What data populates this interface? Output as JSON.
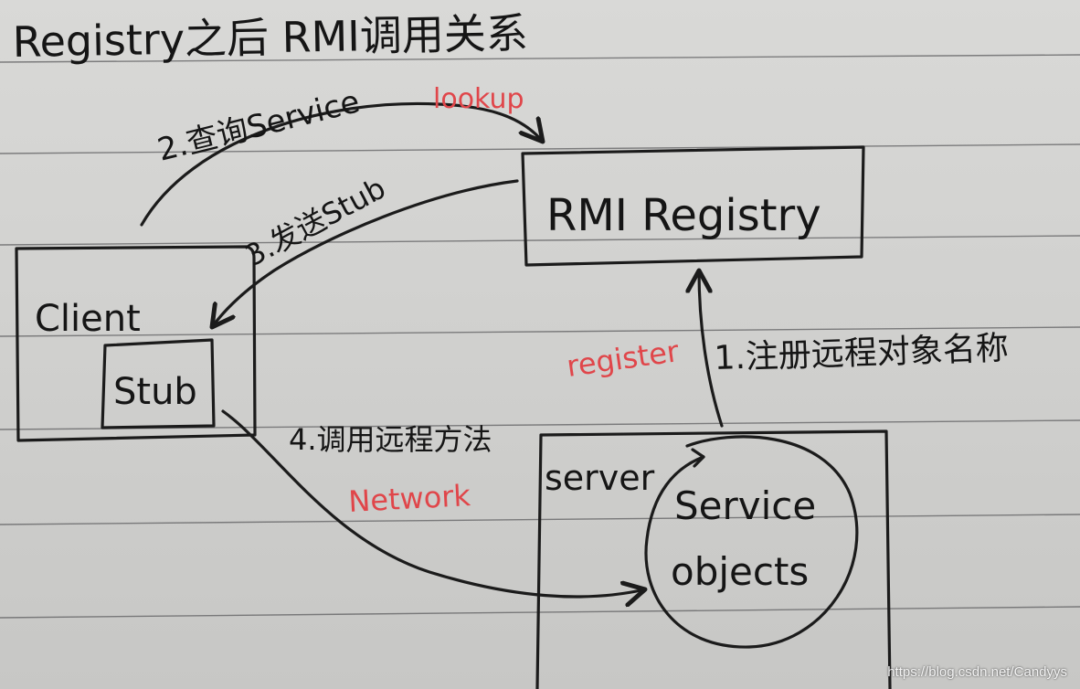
{
  "title": "Registry之后 RMI调用关系",
  "nodes": {
    "registry": "RMI Registry",
    "client": "Client",
    "stub": "Stub",
    "server": "server",
    "service_line1": "Service",
    "service_line2": "objects"
  },
  "edges": {
    "lookup_step": "2.查询Service",
    "lookup_tag": "lookup",
    "send_stub": "3.发送Stub",
    "register_tag": "register",
    "register_step": "1.注册远程对象名称",
    "invoke_step": "4.调用远程方法",
    "network_tag": "Network"
  },
  "colors": {
    "ink": "#1b1b1b",
    "accent": "#e0464a"
  },
  "watermark": "https://blog.csdn.net/Candyys"
}
